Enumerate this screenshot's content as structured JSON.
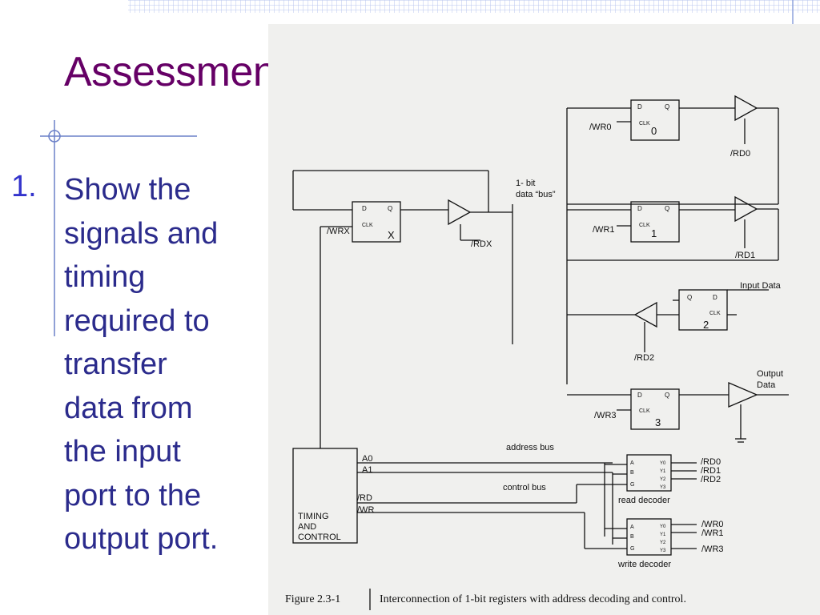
{
  "slide": {
    "title": "Assessment Quiz",
    "item_number": "1.",
    "question_lines": [
      "Show the",
      "signals and",
      "timing",
      "required to",
      "transfer",
      "data from",
      "the input",
      "port to the",
      "output port."
    ]
  },
  "figure": {
    "caption_label": "Figure 2.3-1",
    "caption_text": "Interconnection of 1-bit registers with address decoding and control.",
    "bus_label_1": "1- bit",
    "bus_label_2": "data “bus”",
    "address_bus": "address bus",
    "control_bus": "control bus",
    "input_data": "Input Data",
    "output_data_1": "Output",
    "output_data_2": "Data",
    "timing_1": "TIMING",
    "timing_2": "AND",
    "timing_3": "CONTROL",
    "read_decoder": "read decoder",
    "write_decoder": "write decoder",
    "a0": "A0",
    "a1": "A1",
    "rd": "/RD",
    "wr": "/WR",
    "rdx": "/RDX",
    "wrx": "/WRX",
    "reg_x": "X",
    "reg_0": "0",
    "reg_1": "1",
    "reg_2": "2",
    "reg_3": "3",
    "wr0": "/WR0",
    "wr1": "/WR1",
    "wr3": "/WR3",
    "rd0": "/RD0",
    "rd1": "/RD1",
    "rd2": "/RD2",
    "pin_d": "D",
    "pin_q": "Q",
    "pin_clk": "CLK",
    "pin_a": "A",
    "pin_b": "B",
    "pin_g": "G",
    "pin_y0": "Y0",
    "pin_y1": "Y1",
    "pin_y2": "Y2",
    "pin_y3": "Y3",
    "dec_rd0": "/RD0",
    "dec_rd1": "/RD1",
    "dec_rd2": "/RD2",
    "dec_wr0": "/WR0",
    "dec_wr1": "/WR1",
    "dec_wr3": "/WR3"
  },
  "colors": {
    "title": "#660066",
    "body_text": "#2b2b8c",
    "number": "#3333cc",
    "accent_line": "#6b80c8"
  }
}
